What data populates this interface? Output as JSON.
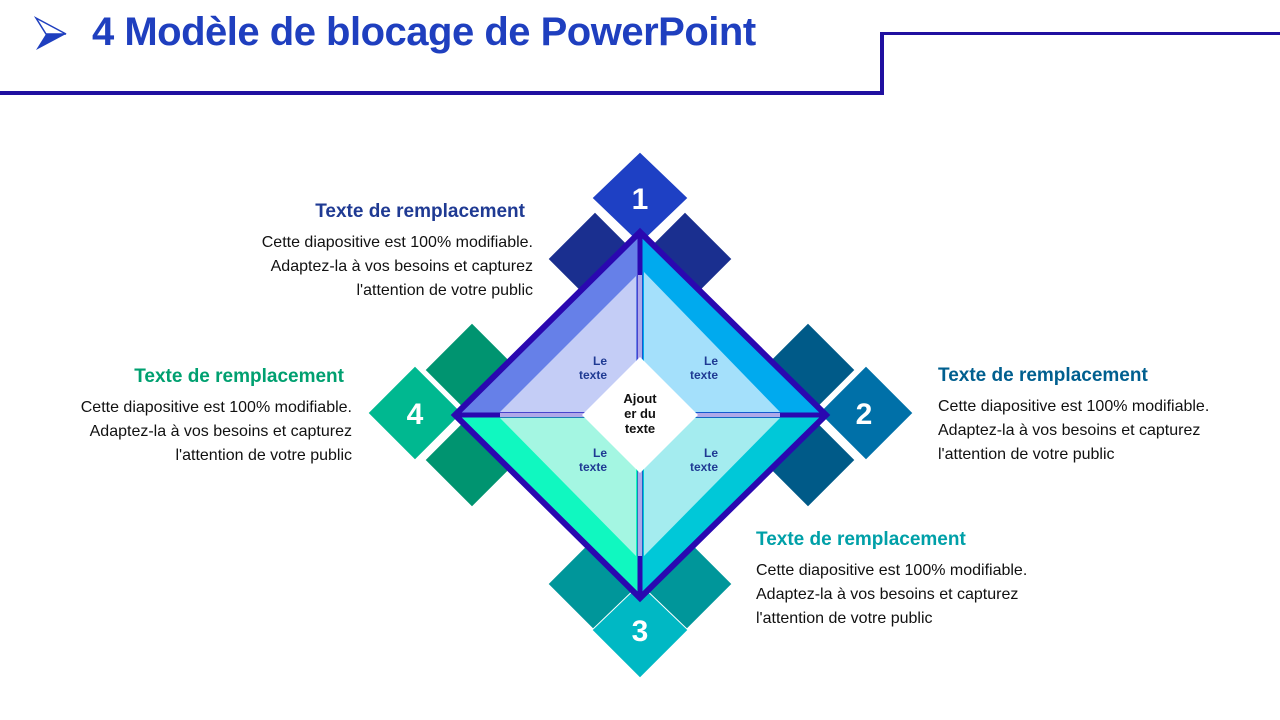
{
  "header": {
    "title": "4 Modèle de blocage de PowerPoint"
  },
  "diagram": {
    "center": [
      "Ajout",
      "er du",
      "texte"
    ],
    "quadrants": [
      [
        "Le",
        "texte"
      ],
      [
        "Le",
        "texte"
      ],
      [
        "Le",
        "texte"
      ],
      [
        "Le",
        "texte"
      ]
    ],
    "numbers": [
      "1",
      "2",
      "3",
      "4"
    ]
  },
  "blocks": [
    {
      "heading": "Texte de remplacement",
      "lines": [
        "Cette diapositive est 100% modifiable.",
        "Adaptez-la à vos besoins et capturez",
        "l'attention de votre public"
      ],
      "color": "#1f3a93"
    },
    {
      "heading": "Texte de remplacement",
      "lines": [
        "Cette diapositive est 100% modifiable.",
        "Adaptez-la à vos besoins et capturez",
        "l'attention de votre public"
      ],
      "color": "#005f8f"
    },
    {
      "heading": "Texte de remplacement",
      "lines": [
        "Cette diapositive est 100% modifiable.",
        "Adaptez-la à vos besoins et capturez",
        "l'attention de votre public"
      ],
      "color": "#00a0a8"
    },
    {
      "heading": "Texte de remplacement",
      "lines": [
        "Cette diapositive est 100% modifiable.",
        "Adaptez-la à vos besoins et capturez",
        "l'attention de votre public"
      ],
      "color": "#00a070"
    }
  ]
}
